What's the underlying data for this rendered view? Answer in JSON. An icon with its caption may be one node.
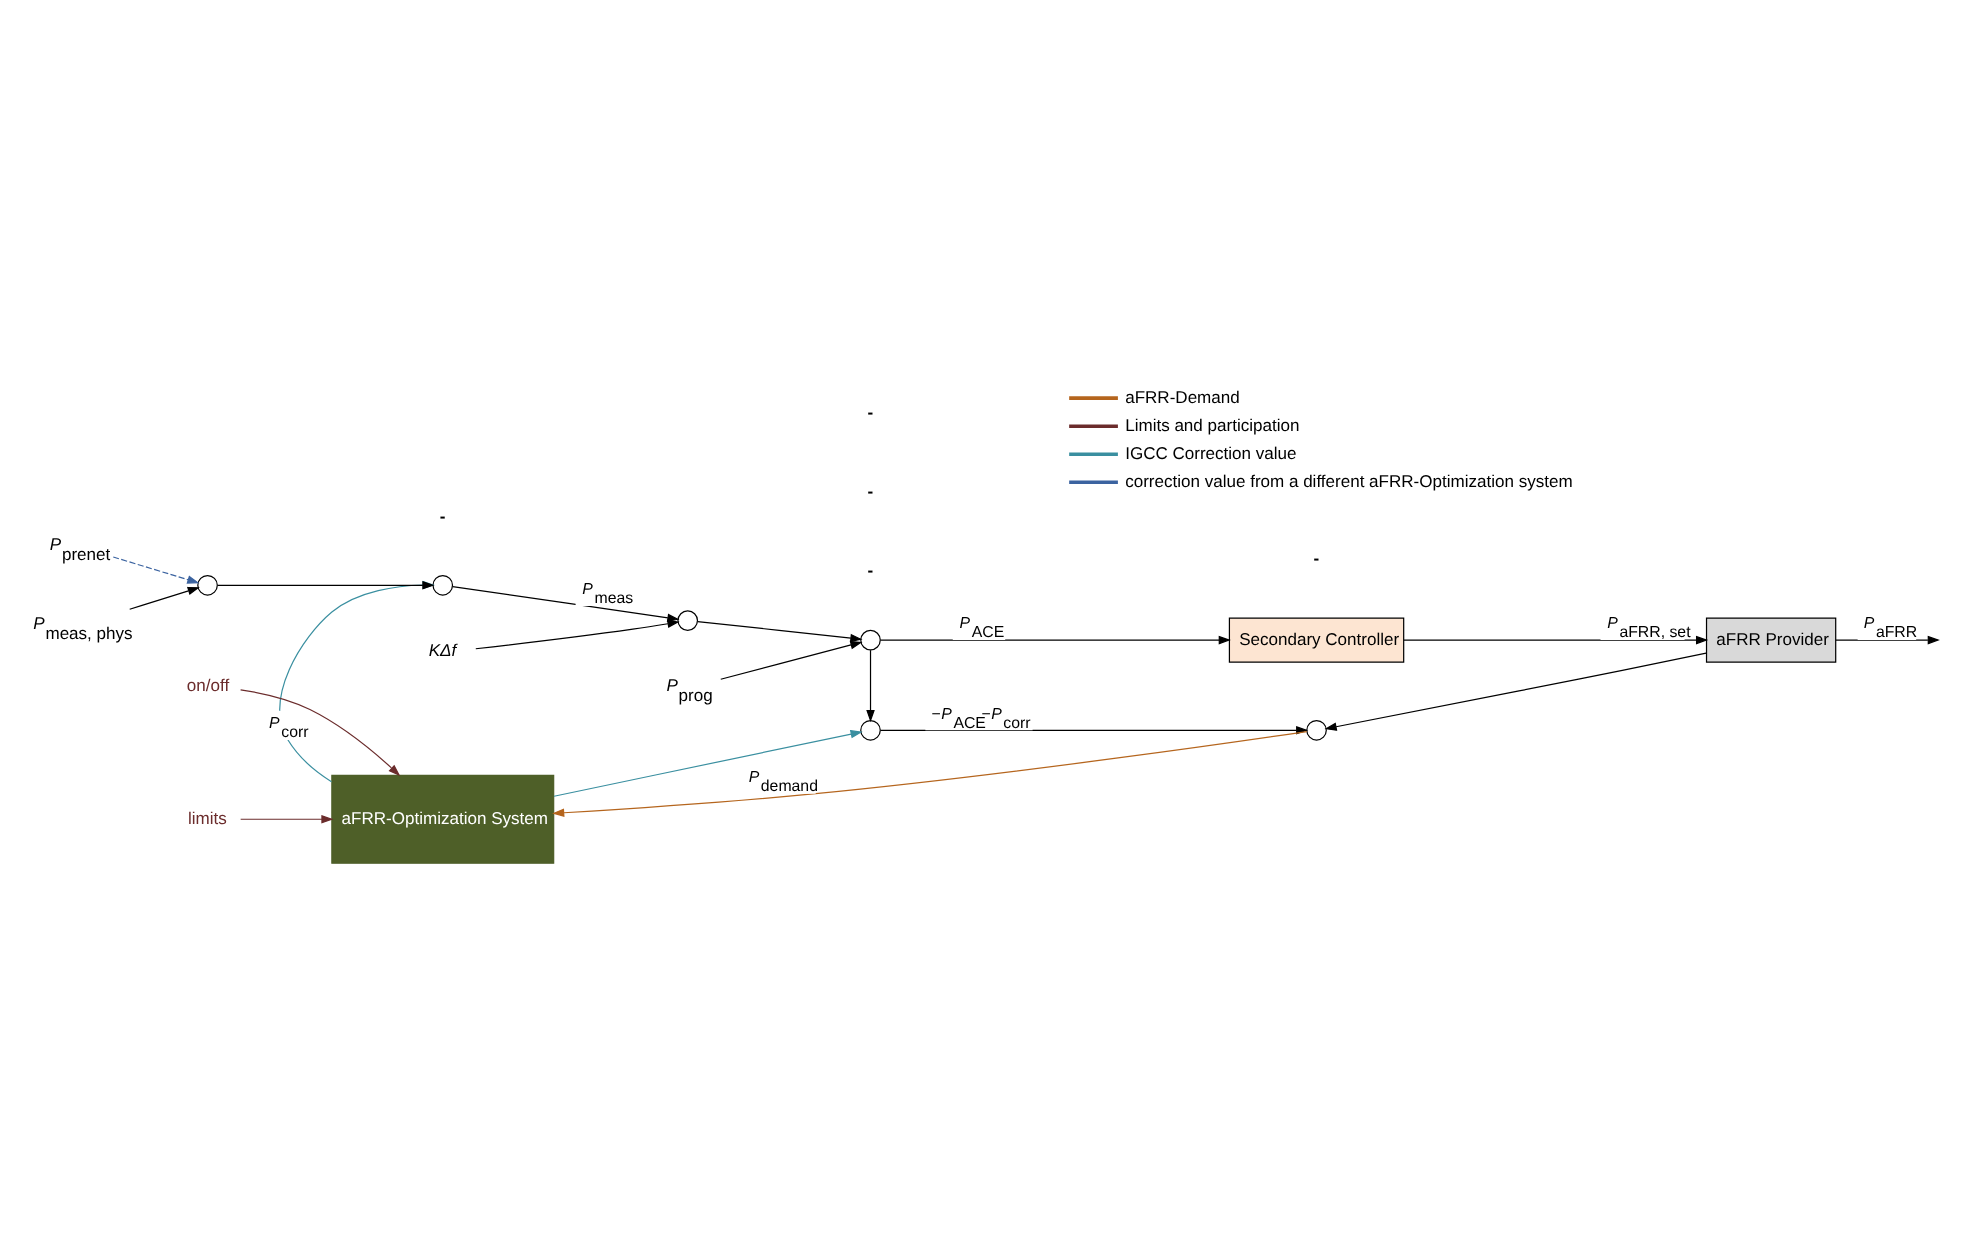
{
  "diagram": {
    "nodes": [
      {
        "text": [
          "aFRR-Optimization System"
        ]
      },
      {
        "text": [
          "on/off"
        ]
      },
      {
        "text": [
          "limits"
        ]
      },
      {
        "text": [],
        "shape": "circle"
      },
      {
        "text": [],
        "shape": "circle"
      },
      {
        "text": [
          "*P*$_{prenet}$"
        ]
      },
      {
        "text": [
          "*P*$_{meas, phys}$"
        ]
      },
      {
        "text": [],
        "shape": "circle"
      },
      {
        "text": [],
        "shape": "circle"
      },
      {
        "text": [],
        "shape": "circle"
      },
      {
        "text": [],
        "shape": "circle"
      },
      {
        "text": [
          "Secondary Controller"
        ]
      },
      {
        "text": [
          "aFRR Provider"
        ]
      },
      {
        "text": [
          "*KΔf*"
        ]
      },
      {
        "text": [
          "*P*$_{prog}$"
        ]
      }
    ],
    "edges": [
      {
        "from": 1,
        "to": 0,
        "arrow": "to",
        "color": "#6b2c2c"
      },
      {
        "from": 2,
        "to": 0,
        "arrow": "to",
        "color": "#6b2c2c"
      },
      {
        "from": 4,
        "to": 0,
        "arrow": "to",
        "label": "*P*$_{demand}$",
        "color": "#b5651d"
      },
      {
        "from": 0,
        "to": 8,
        "arrow": "to",
        "label": "*P*$_{corr}$",
        "color": "#3a8fa0"
      },
      {
        "from": 0,
        "to": 3,
        "arrow": "to",
        "color": "#3a8fa0"
      },
      {
        "from": 5,
        "to": 7,
        "arrow": "to",
        "style": "dashed",
        "color": "#3b63a0"
      },
      {
        "from": 6,
        "to": 7,
        "arrow": "to"
      },
      {
        "from": 7,
        "to": 8,
        "arrow": "to"
      },
      {
        "from": 8,
        "to": 9,
        "arrow": "to",
        "label": "*P*$_{meas}$"
      },
      {
        "from": 13,
        "to": 9,
        "arrow": "to"
      },
      {
        "from": 9,
        "to": 10,
        "arrow": "to"
      },
      {
        "from": 14,
        "to": 10,
        "arrow": "to"
      },
      {
        "from": 10,
        "to": 3,
        "arrow": "to"
      },
      {
        "from": 10,
        "to": 11,
        "arrow": "to",
        "label": "*P*$_{ACE}$"
      },
      {
        "from": 3,
        "to": 4,
        "arrow": "to",
        "label": "−*P*$_{ACE}$−*P*$_{corr}$"
      },
      {
        "from": 11,
        "to": 12,
        "arrow": "to",
        "label": "*P*$_{aFRR, set}$"
      },
      {
        "from": 12,
        "to": null,
        "arrow": "to",
        "label": "*P*$_{aFRR}$"
      },
      {
        "from": 12,
        "to": 4,
        "arrow": "to"
      }
    ],
    "labels": [
      "-",
      "-",
      "-",
      "-",
      "-"
    ],
    "legend": [
      {
        "text": "aFRR-Demand"
      },
      {
        "text": "Limits and participation"
      },
      {
        "text": "IGCC Correction value"
      },
      {
        "text": "correction value from a different aFRR-Optimization system"
      }
    ]
  }
}
